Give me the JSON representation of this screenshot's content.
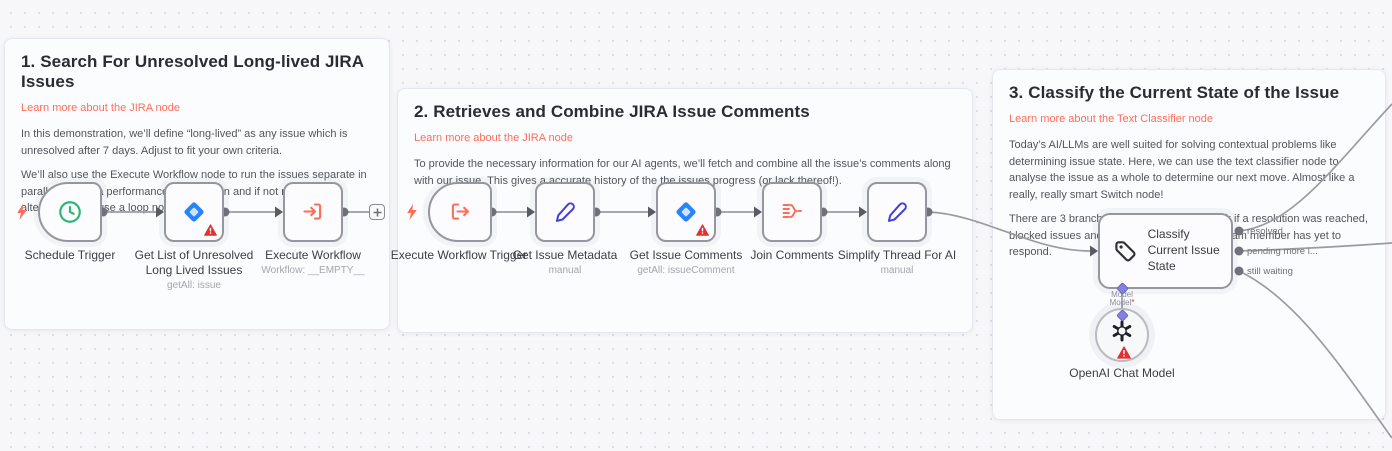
{
  "notes": [
    {
      "title": "1. Search For Unresolved Long-lived JIRA Issues",
      "link": "Learn more about the JIRA node",
      "paragraphs": [
        "In this demonstration, we’ll define “long-lived” as any issue which is unresolved after 7 days. Adjust to fit your own criteria.",
        "We’ll also use the Execute Workflow node to run the issues separate in parallel. This is a performance optimisation and if not required, the alternative is to use a loop node instead."
      ]
    },
    {
      "title": "2. Retrieves and Combine JIRA Issue Comments",
      "link": "Learn more about the JIRA node",
      "paragraphs": [
        "To provide the necessary information for our AI agents, we’ll fetch and combine all the issue’s comments along with our issue. This gives a accurate history of the the issues progress (or lack thereof!)."
      ]
    },
    {
      "title": "3. Classify the Current State of the Issue",
      "link": "Learn more about the Text Classifier node",
      "paragraphs": [
        "Today’s AI/LLMs are well suited for solving contextual problems like determining issue state. Here, we can use the text classifier node to analyse the issue as a whole to determine our next move. Almost like a really, really smart Switch node!",
        "There are 3 branches we want to take: Check if a resolution was reached, blocked issues and auto-resolving when no team member has yet to respond."
      ]
    }
  ],
  "nodes": [
    {
      "label": "Schedule Trigger",
      "subtitle": ""
    },
    {
      "label": "Get List of Unresolved Long Lived Issues",
      "subtitle": "getAll: issue"
    },
    {
      "label": "Execute Workflow",
      "subtitle": "Workflow: __EMPTY__"
    },
    {
      "label": "Execute Workflow Trigger",
      "subtitle": ""
    },
    {
      "label": "Get Issue Metadata",
      "subtitle": "manual"
    },
    {
      "label": "Get Issue Comments",
      "subtitle": "getAll: issueComment"
    },
    {
      "label": "Join Comments",
      "subtitle": ""
    },
    {
      "label": "Simplify Thread For AI",
      "subtitle": "manual"
    },
    {
      "label": "Classify Current Issue State",
      "subtitle": ""
    },
    {
      "label": "OpenAI Chat Model",
      "subtitle": ""
    }
  ],
  "classifier": {
    "outputs": [
      "resolved",
      "pending more i...",
      "still waiting"
    ],
    "port_line1": "Model",
    "port_line2": "Model",
    "port_star": "*"
  },
  "icons": {
    "bolt": "lightning trigger marker",
    "clock": "schedule clock",
    "jira": "JIRA diamond logo",
    "execute-workflow": "arrow into bracket",
    "execute-workflow-trigger": "bracket with exiting arrow",
    "pencil": "edit fields (set)",
    "join": "merge lines into one",
    "tag": "text classifier tag",
    "openai": "OpenAI flower mark",
    "warning": "issue warning triangle",
    "plus": "add node"
  },
  "colors": {
    "accent_link": "#ff6d5a",
    "jira_blue": "#2684ff",
    "pencil_indigo": "#4540d6",
    "schedule_green": "#2bb673",
    "warning_red": "#e03131",
    "wire_gray": "#9b9ba3",
    "port_purple": "#8781de"
  }
}
